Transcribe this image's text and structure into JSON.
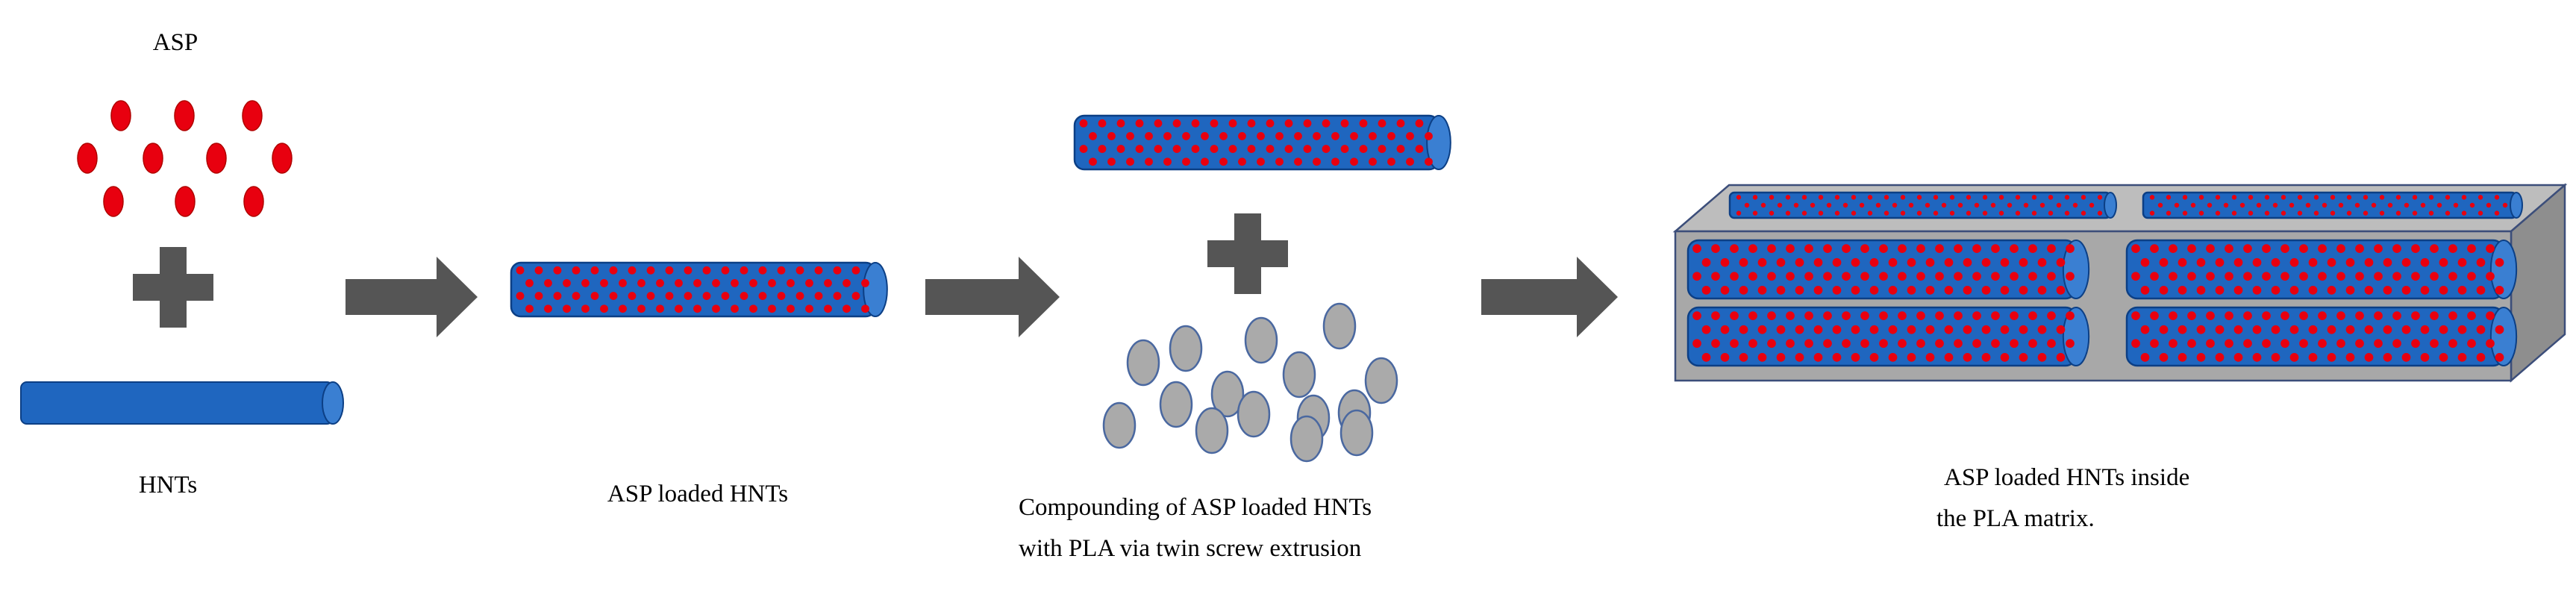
{
  "labels": {
    "asp": "ASP",
    "hnts": "HNTs",
    "asp_loaded_hnts": "ASP loaded HNTs",
    "compounding_line1": "Compounding of ASP loaded HNTs",
    "compounding_line2": "with PLA via twin screw extrusion",
    "inside_line1": "ASP loaded HNTs  inside",
    "inside_line2": "the PLA matrix."
  },
  "colors": {
    "asp_dot": "#e8000f",
    "tube_fill": "#1f66bf",
    "tube_cap": "#3a7fd2",
    "tube_stroke": "#0c3f85",
    "arrow": "#555555",
    "plus": "#555555",
    "pla_granule": "#aaaaaa",
    "pla_granule_stroke": "#4a68a0",
    "matrix_front": "#a8a8a8",
    "matrix_top": "#bdbdbd",
    "matrix_side": "#8e8e8e",
    "matrix_stroke": "#3c4e7a"
  },
  "icons": [
    "plus-icon",
    "arrow-right-icon"
  ]
}
